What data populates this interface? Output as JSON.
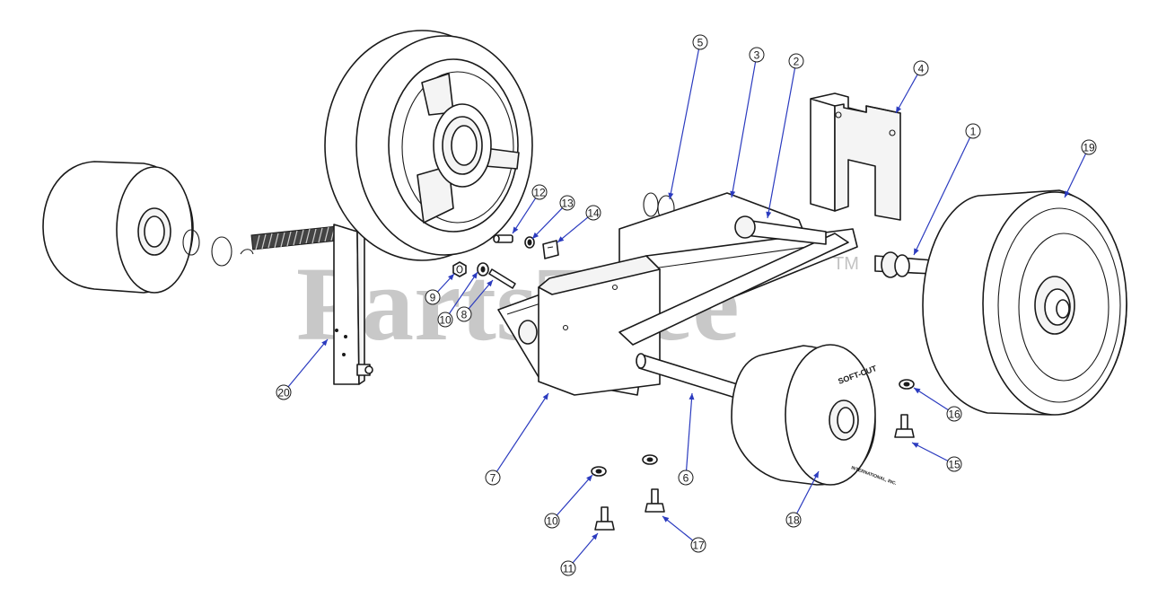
{
  "watermark": {
    "text": "PartsTree",
    "trademark": "TM"
  },
  "wheel_logo": {
    "top": "SOFT-CUT",
    "bottom": "INTERNATIONAL, INC."
  },
  "callouts": [
    {
      "id": "callout-1",
      "label": "1"
    },
    {
      "id": "callout-2",
      "label": "2"
    },
    {
      "id": "callout-3",
      "label": "3"
    },
    {
      "id": "callout-4",
      "label": "4"
    },
    {
      "id": "callout-5",
      "label": "5"
    },
    {
      "id": "callout-6",
      "label": "6"
    },
    {
      "id": "callout-7",
      "label": "7"
    },
    {
      "id": "callout-8",
      "label": "8"
    },
    {
      "id": "callout-9",
      "label": "9"
    },
    {
      "id": "callout-10a",
      "label": "10"
    },
    {
      "id": "callout-10b",
      "label": "10"
    },
    {
      "id": "callout-11",
      "label": "11"
    },
    {
      "id": "callout-12",
      "label": "12"
    },
    {
      "id": "callout-13",
      "label": "13"
    },
    {
      "id": "callout-14",
      "label": "14"
    },
    {
      "id": "callout-15",
      "label": "15"
    },
    {
      "id": "callout-16",
      "label": "16"
    },
    {
      "id": "callout-17",
      "label": "17"
    },
    {
      "id": "callout-18",
      "label": "18"
    },
    {
      "id": "callout-19",
      "label": "19"
    },
    {
      "id": "callout-20",
      "label": "20"
    }
  ],
  "colors": {
    "leader": "#2b3bbf",
    "line": "#1a1a1a",
    "watermark": "#9a9a9a"
  }
}
